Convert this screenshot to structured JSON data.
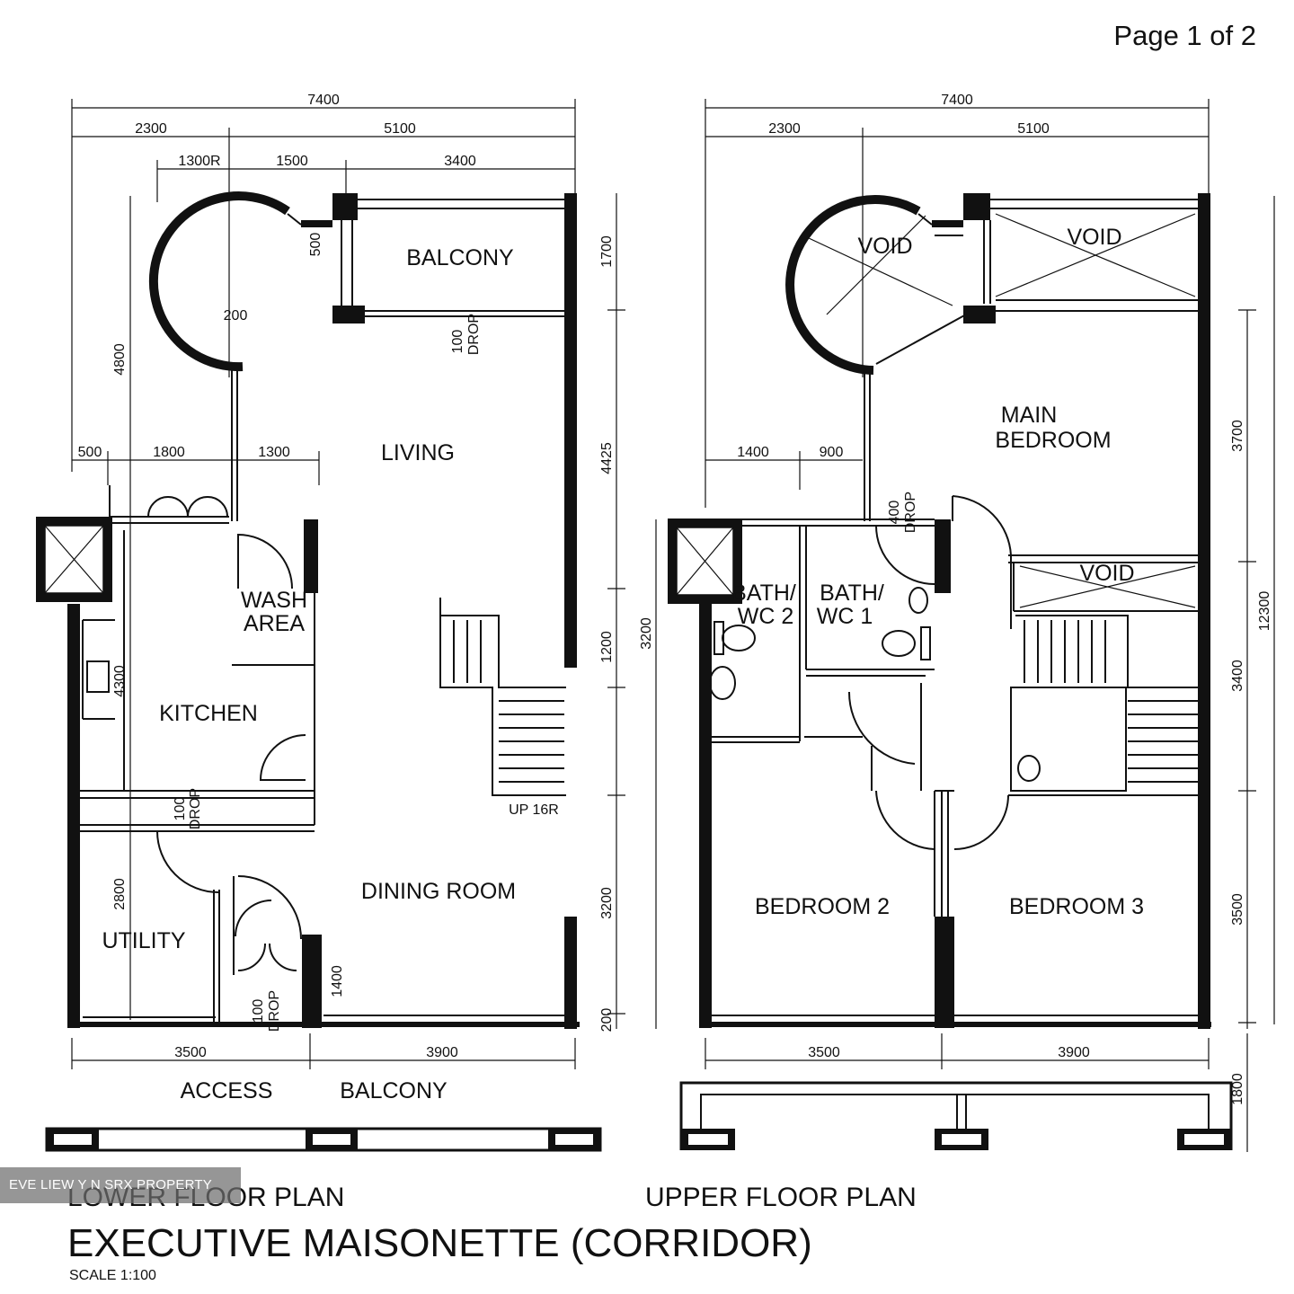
{
  "page_indicator": "Page 1 of 2",
  "watermark": "EVE LIEW Y N SRX PROPERTY",
  "lower": {
    "title": "LOWER FLOOR PLAN",
    "rooms": {
      "balcony_top": "BALCONY",
      "living": "LIVING",
      "wash_area_1": "WASH",
      "wash_area_2": "AREA",
      "kitchen": "KITCHEN",
      "dining": "DINING ROOM",
      "utility": "UTILITY",
      "access": "ACCESS",
      "balcony_bottom": "BALCONY",
      "stair": "UP 16R"
    },
    "dims": {
      "overall": "7400",
      "left": "2300",
      "right": "5100",
      "a": "1300R",
      "b": "1500",
      "c": "3400",
      "d": "500",
      "e": "1800",
      "f": "1300",
      "bottom_left": "3500",
      "bottom_right": "3900",
      "v_left_top": "4800",
      "v_left_mid": "4300",
      "v_left_bot": "2800",
      "v_right_a": "1700",
      "v_right_b": "4425",
      "v_right_c": "1200",
      "v_right_d": "3200",
      "v_right_e": "200",
      "r500": "500",
      "r200": "200",
      "r1400": "1400",
      "drop1_a": "100",
      "drop1_b": "DROP",
      "drop2_a": "100",
      "drop2_b": "DROP",
      "drop3_a": "100",
      "drop3_b": "DROP"
    }
  },
  "upper": {
    "title": "UPPER FLOOR PLAN",
    "rooms": {
      "void_a": "VOID",
      "void_b": "VOID",
      "void_c": "VOID",
      "main_bed_1": "MAIN",
      "main_bed_2": "BEDROOM",
      "bath2_1": "BATH/",
      "bath2_2": "WC 2",
      "bath1_1": "BATH/",
      "bath1_2": "WC 1",
      "bedroom2": "BEDROOM 2",
      "bedroom3": "BEDROOM 3"
    },
    "dims": {
      "overall": "7400",
      "left": "2300",
      "right": "5100",
      "a": "1400",
      "b": "900",
      "bottom_left": "3500",
      "bottom_right": "3900",
      "v_left": "3200",
      "v_right_a": "3700",
      "v_right_b": "3400",
      "v_right_c": "3500",
      "v_total": "12300",
      "v_bot": "1800",
      "drop_a": "400",
      "drop_b": "DROP"
    }
  },
  "main_title": "EXECUTIVE MAISONETTE (CORRIDOR)",
  "scale": "SCALE 1:100"
}
